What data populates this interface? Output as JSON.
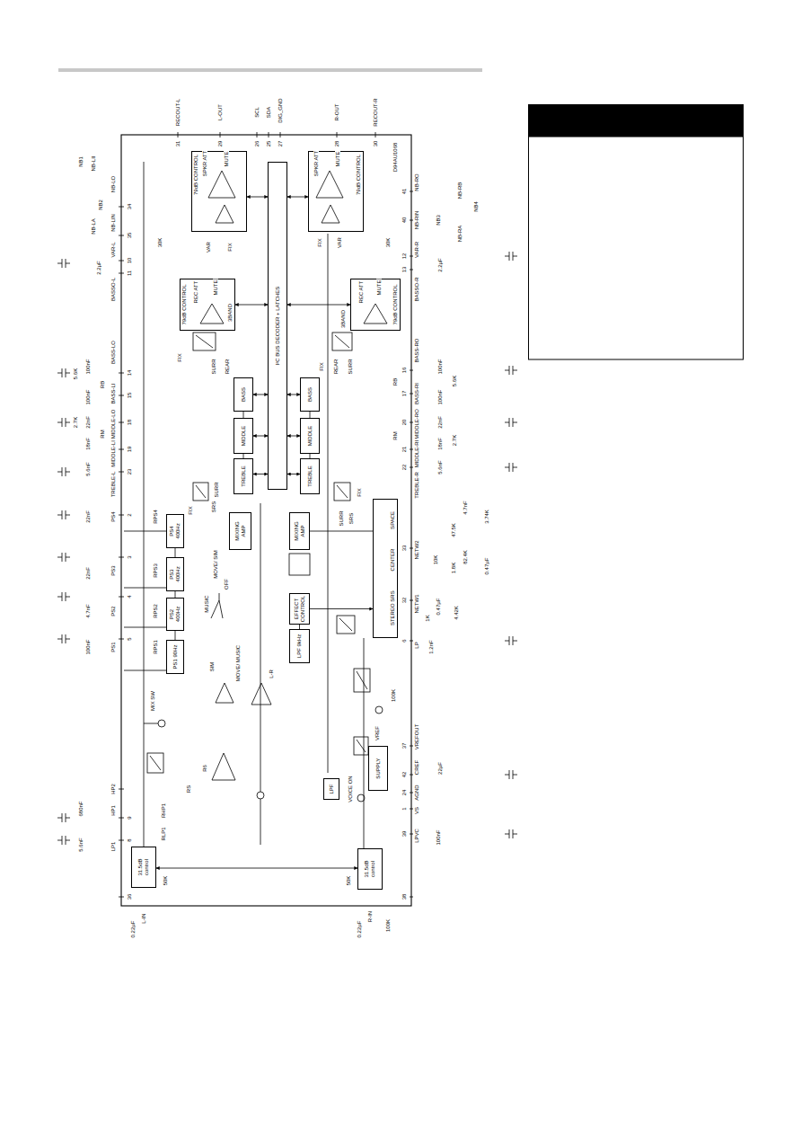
{
  "diagram": {
    "nodes": [
      {
        "text": [
          "79dB CONTROL"
        ]
      },
      {
        "text": [
          "79dB CONTROL"
        ]
      },
      {
        "text": [
          "I²C BUS DECODER + LATCHES"
        ]
      },
      {
        "text": [
          "79dB CONTROL"
        ]
      },
      {
        "text": [
          "79dB CONTROL"
        ]
      },
      {
        "text": [
          "BASS"
        ]
      },
      {
        "text": [
          "BASS"
        ]
      },
      {
        "text": [
          "MIDDLE"
        ]
      },
      {
        "text": [
          "MIDDLE"
        ]
      },
      {
        "text": [
          "TREBLE"
        ]
      },
      {
        "text": [
          "TREBLE"
        ]
      },
      {
        "text": [
          "MIXING AMP"
        ]
      },
      {
        "text": [
          "MIXING AMP"
        ]
      },
      {
        "text": [
          "PS4 400Hz"
        ]
      },
      {
        "text": [
          "PS3 400Hz"
        ]
      },
      {
        "text": [
          "PS2 400Hz"
        ]
      },
      {
        "text": [
          "PS1 90Hz"
        ]
      },
      {
        "text": [
          "EFFECT CONTROL"
        ]
      },
      {
        "text": [
          "LPF 9kHz"
        ]
      },
      {
        "text": [
          "SPACE",
          "CENTER",
          "STEREO SRS"
        ]
      },
      {
        "text": [
          "SUPPLY"
        ]
      },
      {
        "text": [
          "LPF"
        ]
      },
      {
        "text": [
          "31.5dB control"
        ]
      },
      {
        "text": [
          "31.5dB control"
        ]
      }
    ],
    "edges": [
      {
        "from": 2,
        "to": 0,
        "arrow": "both"
      },
      {
        "from": 2,
        "to": 1,
        "arrow": "both"
      },
      {
        "from": 2,
        "to": 3,
        "arrow": "both"
      },
      {
        "from": 2,
        "to": 4,
        "arrow": "both"
      },
      {
        "from": 2,
        "to": 5,
        "arrow": "both"
      },
      {
        "from": 2,
        "to": 6,
        "arrow": "both"
      },
      {
        "from": 2,
        "to": 7,
        "arrow": "both"
      },
      {
        "from": 2,
        "to": 8,
        "arrow": "both"
      },
      {
        "from": 2,
        "to": 9,
        "arrow": "both"
      },
      {
        "from": 2,
        "to": 10,
        "arrow": "both"
      },
      {
        "from": 5,
        "to": 7,
        "arrow": "none"
      },
      {
        "from": 7,
        "to": 9,
        "arrow": "none"
      },
      {
        "from": 6,
        "to": 8,
        "arrow": "none"
      },
      {
        "from": 8,
        "to": 10,
        "arrow": "none"
      },
      {
        "from": 16,
        "to": 15,
        "arrow": "none"
      },
      {
        "from": 15,
        "to": 14,
        "arrow": "none"
      },
      {
        "from": 14,
        "to": 13,
        "arrow": "none"
      },
      {
        "from": 18,
        "to": 17,
        "arrow": "none"
      },
      {
        "from": 17,
        "to": 19,
        "arrow": "to"
      },
      {
        "from": 12,
        "to": 19,
        "arrow": "none"
      },
      {
        "from": 22,
        "to": 23,
        "arrow": "both"
      }
    ],
    "labels": [
      "RECOUT-L",
      "31",
      "L-OUT",
      "29",
      "SCL",
      "26",
      "SDA",
      "25",
      "DIG_GND",
      "27",
      "R-OUT",
      "28",
      "RECOUT-R",
      "30",
      "D94AU1068",
      "NB-LO",
      "34",
      "NB-LIN",
      "35",
      "VAR-L",
      "10",
      "BASSO-L",
      "11",
      "BASS-LO",
      "14",
      "BASS-LI",
      "15",
      "MIDDLE-LO",
      "18",
      "MIDDLE-LI",
      "19",
      "TREBLE-L",
      "23",
      "PS4",
      "2",
      "PS3",
      "3",
      "PS2",
      "4",
      "PS1",
      "5",
      "HP2",
      "HP1",
      "9",
      "LP1",
      "8",
      "36",
      "0.22µF",
      "L-IN",
      "NB-RO",
      "41",
      "NB-RIN",
      "40",
      "VAR-R",
      "12",
      "BASSO-R",
      "13",
      "BASS-RO",
      "16",
      "BASS-RI",
      "17",
      "MIDDLE-RO",
      "20",
      "MIDDLE-RI",
      "21",
      "TREBLE-R",
      "22",
      "NETW2",
      "33",
      "NETW1",
      "32",
      "LP",
      "6",
      "VREFOUT",
      "37",
      "CREF",
      "42",
      "AGND",
      "24",
      "VS",
      "1",
      "LPVC",
      "39",
      "38",
      "0.22µF",
      "R-IN",
      "100K",
      "NB1",
      "NB-LII",
      "NB2",
      "NB-LA",
      "2.2µF",
      "5.6K",
      "100nF",
      "RB",
      "100nF",
      "2.7K",
      "22nF",
      "18nF",
      "RM",
      "5.6nF",
      "22nF",
      "22nF",
      "4.7nF",
      "100nF",
      "680nF",
      "5.6nF",
      "30K",
      "RPS4",
      "RPS3",
      "RPS2",
      "RPS1",
      "RHP1",
      "RLP1",
      "RS",
      "R6",
      "50K",
      "SPKR ATT",
      "MUTE",
      "VAR",
      "FIX",
      "SPKR ATT",
      "MUTE",
      "FIX",
      "VAR",
      "30K",
      "REC ATT",
      "MUTE",
      "REC ATT",
      "MUTE",
      "3BAND",
      "3BAND",
      "FIX",
      "SURR",
      "REAR",
      "FIX",
      "REAR",
      "SURR",
      "SURR",
      "SRS",
      "FIX",
      "SURR",
      "SRS",
      "FIX",
      "MOVE/ SIM",
      "OFF",
      "MUSIC",
      "SIM",
      "MOVE/ MUSIC",
      "L-R",
      "MIX SW",
      "VOICE ON",
      "VREF",
      "100K",
      "1K",
      "0.47µF",
      "4.42K",
      "1.2nF",
      "4.7nF",
      "3.74K",
      "47.5K",
      "10K",
      "1.8K",
      "82.4K",
      "0.47µF",
      "NB-RB",
      "NB4",
      "NB3",
      "NB-RA",
      "2.2µF",
      "100nF",
      "5.6K",
      "100nF",
      "RB",
      "RM",
      "22nF",
      "18nF",
      "2.7K",
      "5.6nF",
      "22µF",
      "100nF",
      "50K"
    ]
  }
}
